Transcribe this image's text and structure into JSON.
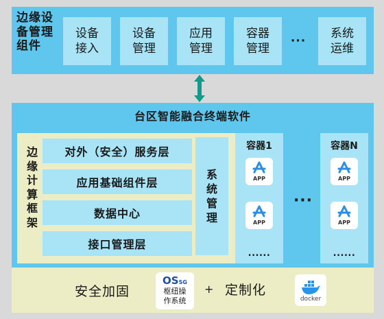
{
  "edge_management": {
    "title": "边缘设备管理组件",
    "modules": [
      "设备\n接入",
      "设备\n管理",
      "应用\n管理",
      "容器\n管理",
      "系统\n运维"
    ],
    "ellipsis": "···"
  },
  "terminal": {
    "title": "台区智能融合终端软件",
    "framework": {
      "title": "边缘计算框架",
      "layers": [
        "对外（安全）服务层",
        "应用基础组件层",
        "数据中心",
        "接口管理层"
      ],
      "system_management": "系统管理"
    },
    "containers": [
      {
        "name": "容器1",
        "apps": [
          "APP",
          "APP"
        ],
        "more": "......"
      },
      {
        "name": "容器N",
        "apps": [
          "APP",
          "APP"
        ],
        "more": "......"
      }
    ],
    "containers_ellipsis": "···"
  },
  "bottom": {
    "security": "安全加固",
    "os_logo": "OS",
    "os_logo_sub": "SG",
    "os_label": "枢纽操\n作系统",
    "plus": "+",
    "custom": "定制化",
    "docker_label": "docker"
  },
  "colors": {
    "background": "#d9d9d9",
    "panel_blue": "#5fc7ee",
    "box_light_blue": "#a9e4f6",
    "panel_cream": "#ecedc5",
    "arrow_green": "#139a88",
    "app_icon_blue": "#2a8ee8",
    "docker_blue": "#2496ed"
  },
  "icons": [
    "app-store-icon",
    "docker-whale-icon",
    "double-arrow-icon"
  ]
}
